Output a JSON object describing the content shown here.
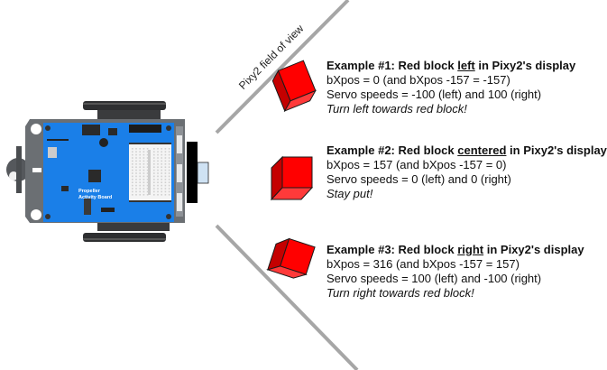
{
  "fov_label": "Pixy2 field of view",
  "colors": {
    "fov_line": "#a6a6a6",
    "block_front": "#ff0000",
    "block_side": "#c40000",
    "block_bottom": "#ff3a3a",
    "pcb": "#1a7fe8",
    "chassis": "#6b6f73",
    "camera_body": "#000000",
    "camera_lens": "#cfe2f3"
  },
  "robot": {
    "board_label_1": "Propeller",
    "board_label_2": "Activity Board"
  },
  "examples": [
    {
      "title_prefix": "Example #1: Red block ",
      "title_emph": "left",
      "title_suffix": " in Pixy2's display",
      "line1": "bXpos = 0 (and bXpos -157 = -157)",
      "line2": "Servo speeds = -100 (left) and 100 (right)",
      "note": "Turn left towards red block!"
    },
    {
      "title_prefix": "Example #2: Red block ",
      "title_emph": "centered",
      "title_suffix": " in Pixy2's display",
      "line1": "bXpos = 157 (and bXpos -157 = 0)",
      "line2": "Servo speeds = 0 (left) and 0 (right)",
      "note": "Stay put!"
    },
    {
      "title_prefix": "Example #3: Red block ",
      "title_emph": "right",
      "title_suffix": " in Pixy2's display",
      "line1": "bXpos = 316 (and bXpos -157 = 157)",
      "line2": "Servo speeds = 100 (left) and -100 (right)",
      "note": "Turn right towards red block!"
    }
  ]
}
